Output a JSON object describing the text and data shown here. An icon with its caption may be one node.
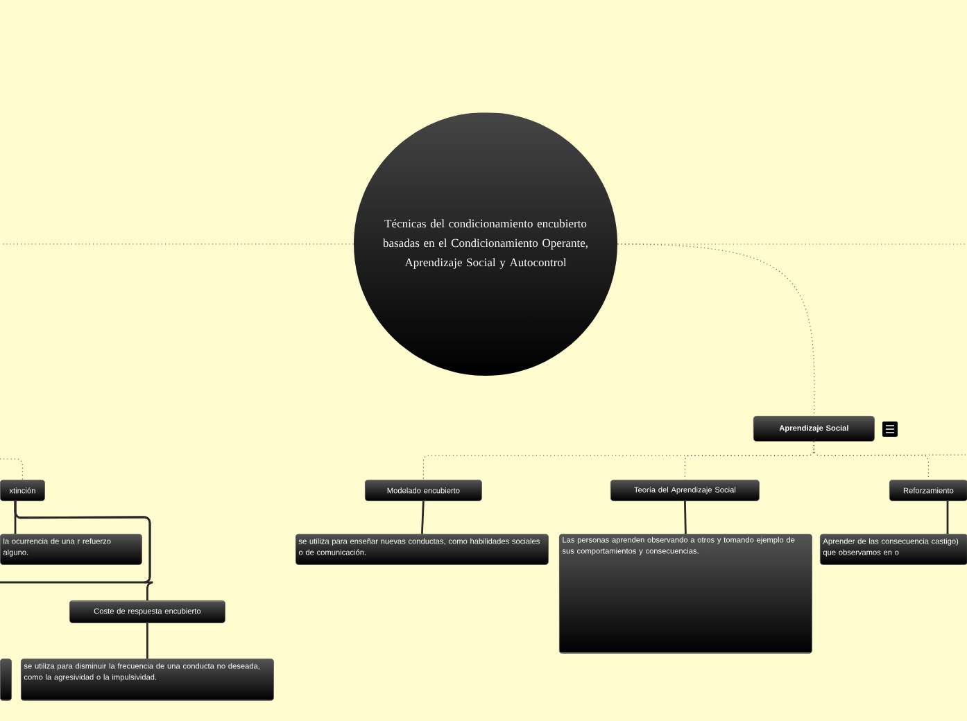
{
  "diagram": {
    "nodes": [
      {
        "text": [
          "Técnicas del condicionamiento encubierto basadas en el Condicionamiento Operante, Aprendizaje Social y Autocontrol"
        ]
      },
      {
        "text": [
          "Aprendizaje Social"
        ]
      },
      {
        "text": [
          "Modelado encubierto"
        ]
      },
      {
        "text": [
          "se utiliza para enseñar nuevas conductas, como habilidades sociales o de comunicación."
        ]
      },
      {
        "text": [
          "Teoría del Aprendizaje Social"
        ]
      },
      {
        "text": [
          "Las personas aprenden observando a otros y tomando ejemplo de sus comportamientos y consecuencias."
        ]
      },
      {
        "text": [
          "Reforzamiento"
        ]
      },
      {
        "text": [
          "Aprender de las consecuencia castigo) que observamos en o"
        ]
      },
      {
        "text": [
          "xtinción"
        ]
      },
      {
        "text": [
          "la ocurrencia de una r refuerzo alguno."
        ]
      },
      {
        "text": [
          "Coste de respuesta encubierto"
        ]
      },
      {
        "text": [
          "se utiliza para disminuir la frecuencia de una conducta no deseada, como la agresividad o la impulsividad."
        ]
      },
      {
        "text": [],
        "shape": "box"
      }
    ],
    "edges": [
      {
        "from": 0,
        "to": null,
        "arrow": "none",
        "style": "dashed"
      },
      {
        "from": 0,
        "to": null,
        "arrow": "none",
        "style": "dashed"
      },
      {
        "from": 0,
        "to": 1,
        "arrow": "none",
        "style": "dashed"
      },
      {
        "from": 1,
        "to": 2,
        "arrow": "none",
        "style": "dashed"
      },
      {
        "from": 1,
        "to": 4,
        "arrow": "none",
        "style": "dashed"
      },
      {
        "from": 1,
        "to": 6,
        "arrow": "none",
        "style": "dashed"
      },
      {
        "from": 1,
        "to": null,
        "arrow": "none",
        "style": "dashed"
      },
      {
        "from": null,
        "to": 8,
        "arrow": "none",
        "style": "dashed"
      },
      {
        "from": 2,
        "to": 3,
        "arrow": "none"
      },
      {
        "from": 4,
        "to": 5,
        "arrow": "none"
      },
      {
        "from": 6,
        "to": 7,
        "arrow": "none"
      },
      {
        "from": 8,
        "to": 9,
        "arrow": "none"
      },
      {
        "from": 8,
        "to": 10,
        "arrow": "none"
      },
      {
        "from": 8,
        "to": null,
        "arrow": "none"
      },
      {
        "from": 10,
        "to": 11,
        "arrow": "none"
      }
    ]
  }
}
